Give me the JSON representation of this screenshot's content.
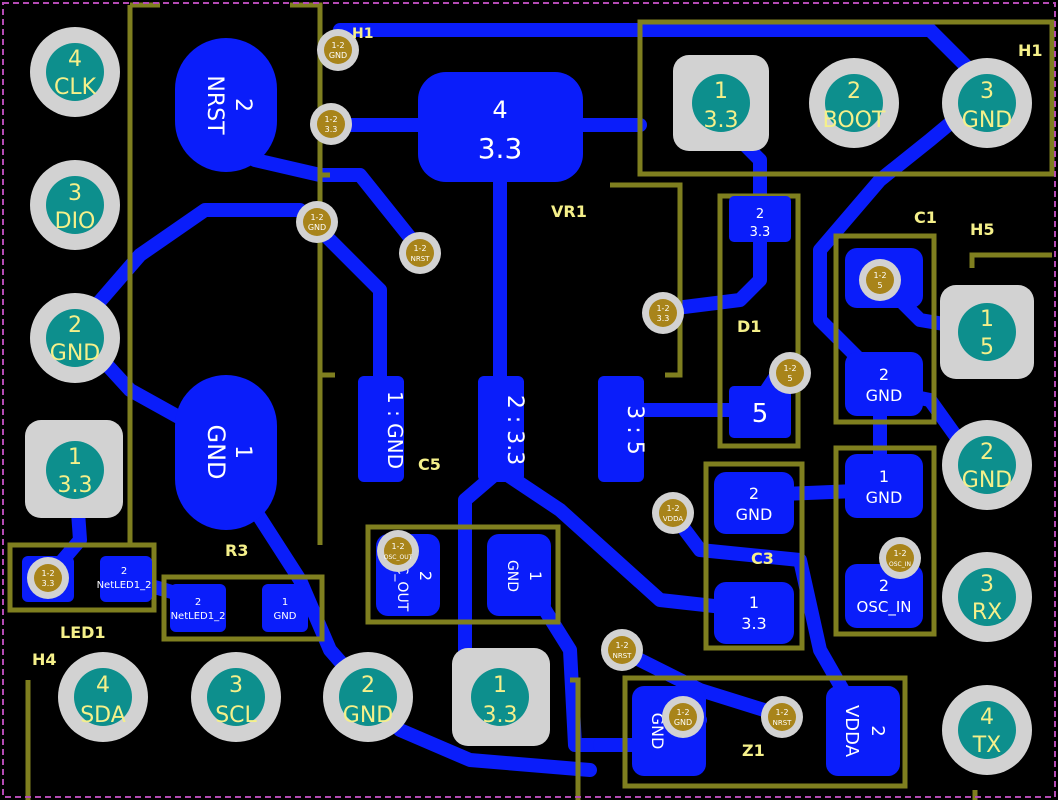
{
  "colors": {
    "background": "#000000",
    "copper": "#0a1dfa",
    "silk": "#7f7f1f",
    "pad_ring": "#d2d2d2",
    "drill": "#0d8f8d",
    "pad_text": "#f5f08a",
    "smd_text": "#ffffff",
    "board_edge": "#b44ab4",
    "via_drill": "#a8841a"
  },
  "designators": {
    "h1": "H1",
    "h4": "H4",
    "h5": "H5",
    "vr1": "VR1",
    "d1": "D1",
    "c1": "C1",
    "c3": "C3",
    "c5": "C5",
    "r3": "R3",
    "led1": "LED1",
    "z1": "Z1"
  },
  "swd_header": [
    {
      "num": "4",
      "label": "CLK"
    },
    {
      "num": "3",
      "label": "DIO"
    },
    {
      "num": "2",
      "label": "GND"
    },
    {
      "num": "1",
      "label": "3.3"
    }
  ],
  "bottom_header": [
    {
      "num": "4",
      "label": "SDA"
    },
    {
      "num": "3",
      "label": "SCL"
    },
    {
      "num": "2",
      "label": "GND"
    },
    {
      "num": "1",
      "label": "3.3"
    }
  ],
  "top_header": [
    {
      "num": "1",
      "label": "3.3"
    },
    {
      "num": "2",
      "label": "BOOT"
    },
    {
      "num": "3",
      "label": "GND"
    }
  ],
  "right_header": [
    {
      "num": "1",
      "label": "5"
    },
    {
      "num": "2",
      "label": "GND"
    },
    {
      "num": "3",
      "label": "RX"
    },
    {
      "num": "4",
      "label": "TX"
    }
  ],
  "smd_pads": {
    "nrst_num": "2",
    "nrst_net": "NRST",
    "gnd1_num": "1",
    "gnd1_net": "GND",
    "vr1_tab_num": "4",
    "vr1_tab_net": "3.3",
    "vr1_p1": "1 : GND",
    "vr1_p2": "2 : 3.3",
    "vr1_p3": "3 : 5",
    "d1_p2_num": "2",
    "d1_p2_net": "3.3",
    "d1_p1": "5",
    "c1_p2_num": "2",
    "c1_p2_net": "GND",
    "c1_p1_num": "1",
    "c1_p1_net": "GND",
    "c3_p2_num": "2",
    "c3_p2_net": "GND",
    "c3_p1_num": "1",
    "c3_p1_net": "3.3",
    "osc_in_num": "2",
    "osc_in_net": "OSC_IN",
    "c5_p2_num": "2",
    "c5_p2_net": "OSC_OUT",
    "c5_p1_num": "1",
    "c5_p1_net": "GND",
    "led_p2_num": "2",
    "led_p2_net": "NetLED1_2",
    "r3_p2_num": "2",
    "r3_p2_net": "NetLED1_2",
    "r3_p1_num": "1",
    "r3_p1_net": "GND",
    "z1_p1": "GND",
    "z1_p2_num": "2",
    "z1_p2_net": "VDDA"
  },
  "vias": [
    {
      "num": "1-2",
      "net": "GND"
    },
    {
      "num": "1-2",
      "net": "3.3"
    },
    {
      "num": "1-2",
      "net": "GND"
    },
    {
      "num": "1-2",
      "net": "NRST"
    },
    {
      "num": "1-2",
      "net": "3.3"
    },
    {
      "num": "1-2",
      "net": "5"
    },
    {
      "num": "1-2",
      "net": "5"
    },
    {
      "num": "1-2",
      "net": "VDDA"
    },
    {
      "num": "1-2",
      "net": "OSC_IN"
    },
    {
      "num": "1-2",
      "net": "OSC_OUT"
    },
    {
      "num": "1-2",
      "net": "3.3"
    },
    {
      "num": "1-2",
      "net": "NRST"
    },
    {
      "num": "1-2",
      "net": "GND"
    },
    {
      "num": "1-2",
      "net": "NRST"
    }
  ]
}
